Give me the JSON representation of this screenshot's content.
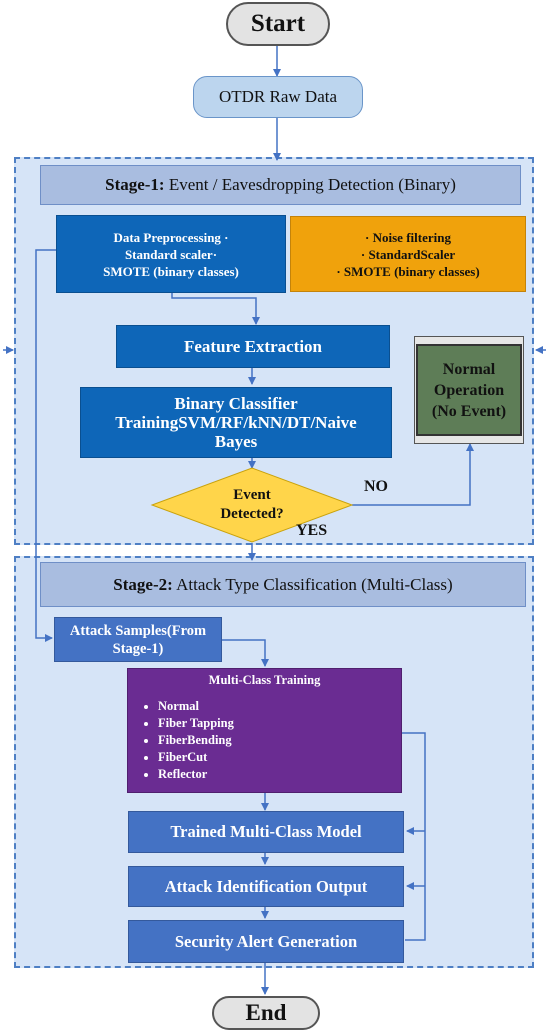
{
  "start": "Start",
  "end": "End",
  "otdr": "OTDR Raw Data",
  "stage1": {
    "title_bold": "Stage-1:",
    "title_rest": " Event / Eavesdropping Detection (Binary)",
    "preprocess": [
      "Data Preprocessing ·",
      "Standard scaler·",
      "SMOTE (binary classes)"
    ],
    "orange": [
      "· Noise filtering",
      "· StandardScaler",
      "· SMOTE (binary classes)"
    ],
    "feature": "Feature Extraction",
    "binary": [
      "Binary Classifier",
      "TrainingSVM/RF/kNN/DT/Naive",
      "Bayes"
    ],
    "decision": [
      "Event",
      "Detected?"
    ],
    "no": "NO",
    "yes": "YES",
    "normal_op": [
      "Normal",
      "Operation",
      "(No Event)"
    ]
  },
  "stage2": {
    "title_bold": "Stage-2:",
    "title_rest": " Attack Type Classification (Multi-Class)",
    "attack_samples": [
      "Attack Samples(From",
      "Stage-1)"
    ],
    "multi_title": "Multi-Class Training",
    "classes": [
      "Normal",
      "Fiber Tapping",
      "FiberBending",
      "FiberCut",
      "Reflector"
    ],
    "trained": "Trained Multi-Class Model",
    "identification": "Attack Identification Output",
    "alert": "Security Alert Generation"
  },
  "colors": {
    "panel": "#d6e4f7",
    "blue": "#0e66b8",
    "mid_blue": "#4472c4",
    "orange": "#f0a20c",
    "purple": "#6a2c92",
    "green": "#5e7d57",
    "diamond": "#ffd54a",
    "arrow": "#4472c4"
  }
}
